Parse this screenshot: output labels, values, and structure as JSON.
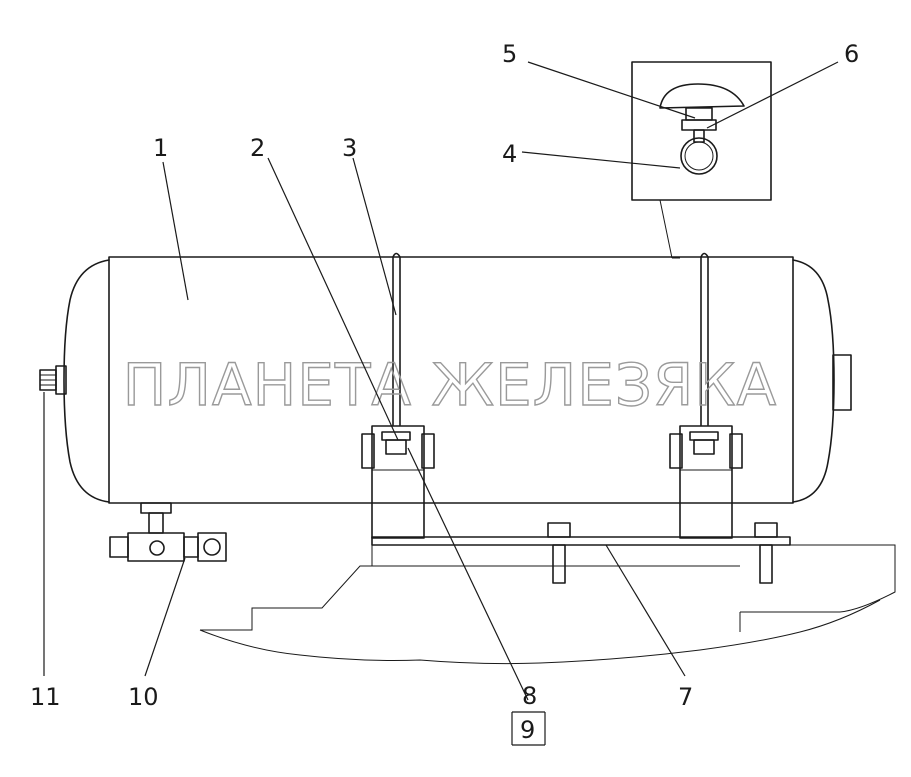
{
  "watermark": "ПЛАНЕТА ЖЕЛЕЗЯКА",
  "callouts": {
    "c1": "1",
    "c2": "2",
    "c3": "3",
    "c4": "4",
    "c5": "5",
    "c6": "6",
    "c7": "7",
    "c8": "8",
    "c9": "9",
    "c10": "10",
    "c11": "11"
  }
}
